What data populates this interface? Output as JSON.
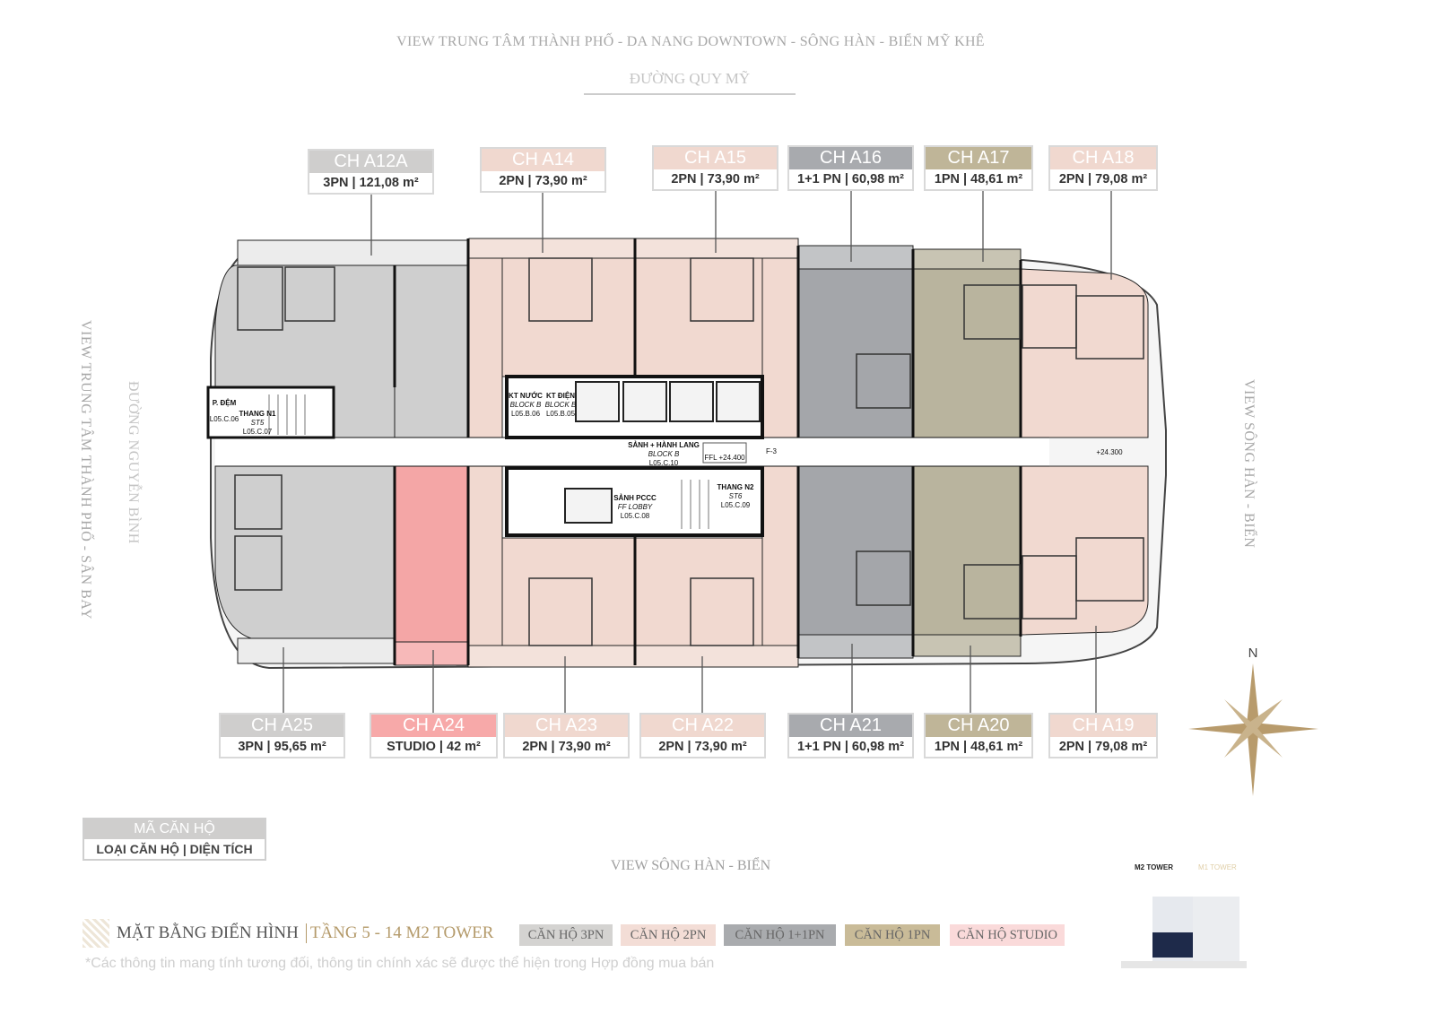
{
  "header": {
    "view_top": "VIEW TRUNG TÂM THÀNH PHỐ -  DA NANG DOWNTOWN - SÔNG HÀN - BIỂN MỸ  KHÊ",
    "road_top": "ĐƯỜNG QUY MỸ"
  },
  "sides": {
    "left_view": "VIEW TRUNG TÂM THÀNH PHỐ - SÂN BAY",
    "left_road": "ĐƯỜNG NGUYỄN BÌNH",
    "right_view": "VIEW SÔNG HÀN - BIỂN",
    "bottom_view": "VIEW SÔNG HÀN - BIỂN"
  },
  "colors": {
    "3pn": "#cfcecd",
    "2pn": "#f0d8cf",
    "1plus1pn": "#a8aaae",
    "1pn": "#bfb598",
    "studio": "#f7a9a9"
  },
  "units_top": [
    {
      "code": "CH A12A",
      "info": "3PN  |  121,08 m²",
      "type": "3pn"
    },
    {
      "code": "CH A14",
      "info": "2PN  |  73,90 m²",
      "type": "2pn"
    },
    {
      "code": "CH A15",
      "info": "2PN  |  73,90 m²",
      "type": "2pn"
    },
    {
      "code": "CH A16",
      "info": "1+1 PN  |  60,98 m²",
      "type": "1plus1pn"
    },
    {
      "code": "CH A17",
      "info": "1PN  |  48,61 m²",
      "type": "1pn"
    },
    {
      "code": "CH A18",
      "info": "2PN  |  79,08 m²",
      "type": "2pn"
    }
  ],
  "units_bottom": [
    {
      "code": "CH A25",
      "info": "3PN  |  95,65 m²",
      "type": "3pn"
    },
    {
      "code": "CH A24",
      "info": "STUDIO |  42 m²",
      "type": "studio"
    },
    {
      "code": "CH A23",
      "info": "2PN  |  73,90 m²",
      "type": "2pn"
    },
    {
      "code": "CH A22",
      "info": "2PN  |  73,90 m²",
      "type": "2pn"
    },
    {
      "code": "CH A21",
      "info": "1+1 PN  |  60,98 m²",
      "type": "1plus1pn"
    },
    {
      "code": "CH A20",
      "info": "1PN  |  48,61 m²",
      "type": "1pn"
    },
    {
      "code": "CH A19",
      "info": "2PN  |  79,08 m²",
      "type": "2pn"
    }
  ],
  "core": {
    "lobby": "SẢNH + HÀNH LANG",
    "lobby_block": "BLOCK B",
    "lobby_code": "L05.C.10",
    "ffl": "FFL +24.400",
    "f3": "F-3",
    "level_right": "+24.300",
    "kt_nuoc": "KT NƯỚC",
    "kt_nuoc_code": "L05.B.06",
    "kt_dien": "KT ĐIỆN",
    "kt_dien_code": "L05.B.05",
    "block_b": "BLOCK B",
    "pccc": "SẢNH PCCC",
    "pccc_sub": "FF LOBBY",
    "pccc_code": "L05.C.08",
    "stair2": "THANG N2",
    "stair2_sub": "ST6",
    "stair2_code": "L05.C.09",
    "stair1": "THANG N1",
    "stair1_sub": "ST5",
    "stair1_code": "L05.C.07",
    "p_dem": "P. ĐỆM",
    "p_dem_code": "L05.C.06"
  },
  "compass": {
    "north": "N"
  },
  "legend_key": {
    "code": "MÃ CĂN HỘ",
    "info": "LOẠI CĂN HỘ  |  DIỆN TÍCH"
  },
  "footer": {
    "title": "MẶT BẰNG ĐIỂN HÌNH",
    "subtitle": "TẦNG 5 - 14 M2 TOWER",
    "legend": [
      {
        "label": "CĂN HỘ 3PN",
        "color": "#d4d3d1"
      },
      {
        "label": "CĂN HỘ 2PN",
        "color": "#f3ddd6"
      },
      {
        "label": "CĂN HỘ 1+1PN",
        "color": "#a9abae"
      },
      {
        "label": "CĂN HỘ 1PN",
        "color": "#c9bb98"
      },
      {
        "label": "CĂN HỘ STUDIO",
        "color": "#fadada"
      }
    ],
    "note": "*Các thông tin mang tính tương đối, thông tin chính xác sẽ được thể hiện trong Hợp đồng mua bán"
  },
  "towers": {
    "m2": "M2 TOWER",
    "m1": "M1 TOWER"
  }
}
